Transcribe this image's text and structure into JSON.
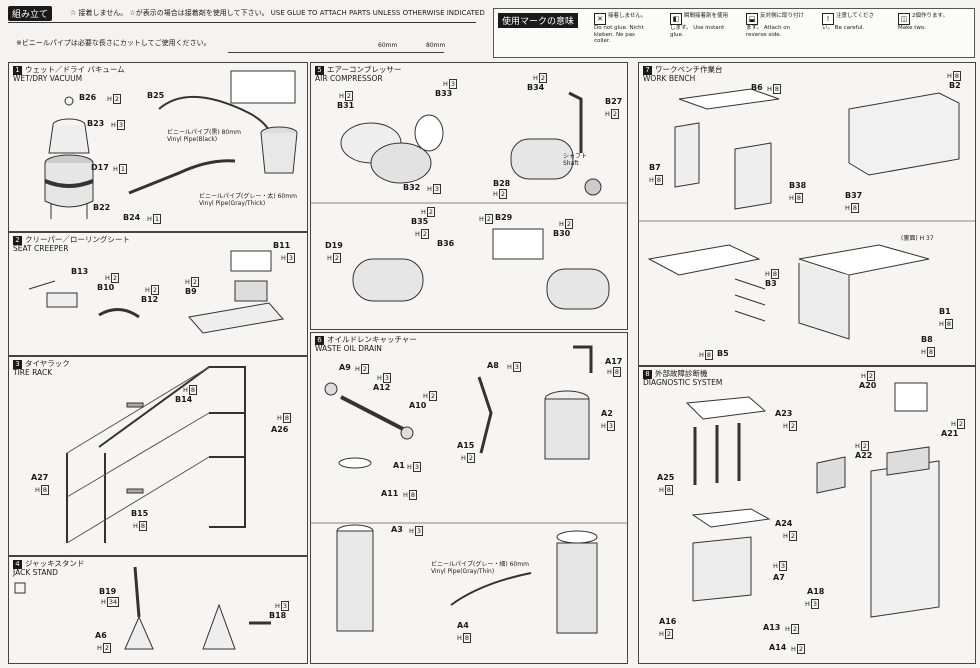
{
  "header": {
    "assembly_tag": "組み立て",
    "glue_note": "☆ 接着しません。 ☆が表示の場合は接着剤を使用して下さい。 USE GLUE TO ATTACH PARTS UNLESS OTHERWISE INDICATED",
    "pipe_note": "※ビニールパイプは必要な長さにカットしてご使用ください。",
    "ruler_60": "60mm",
    "ruler_80": "80mm"
  },
  "legend": {
    "title": "使用マークの意味",
    "items": [
      {
        "icon": "no-glue-icon",
        "text": "接着しません。 Do not glue. Nicht kleben. Ne pas coller."
      },
      {
        "icon": "instant-glue-icon",
        "text": "瞬間接着剤を使用します。 Use instant glue."
      },
      {
        "icon": "option-icon",
        "text": "反対側に取り付けます。 Attach on reverse side."
      },
      {
        "icon": "care-icon",
        "text": "注意してください。 Be careful."
      },
      {
        "icon": "two-pieces-icon",
        "text": "2個作ります。 Make two."
      }
    ]
  },
  "panels": [
    {
      "num": "1",
      "jp": "ウェット／ドライ バキューム",
      "en": "WET/DRY VACUUM"
    },
    {
      "num": "2",
      "jp": "クリーパー／ローリングシート",
      "en": "SEAT CREEPER"
    },
    {
      "num": "3",
      "jp": "タイヤラック",
      "en": "TIRE RACK"
    },
    {
      "num": "4",
      "jp": "ジャッキスタンド",
      "en": "JACK STAND"
    },
    {
      "num": "5",
      "jp": "エアーコンプレッサー",
      "en": "AIR COMPRESSOR"
    },
    {
      "num": "6",
      "jp": "オイルドレンキャッチャー",
      "en": "WASTE OIL DRAIN"
    },
    {
      "num": "7",
      "jp": "ワークベンチ作業台",
      "en": "WORK BENCH"
    },
    {
      "num": "8",
      "jp": "外部故障診断機",
      "en": "DIAGNOSTIC SYSTEM"
    }
  ],
  "parts": {
    "p1": [
      {
        "id": "B26",
        "h": "2"
      },
      {
        "id": "B25",
        "h": ""
      },
      {
        "id": "B23",
        "h": "3"
      },
      {
        "id": "D17",
        "h": "1"
      },
      {
        "id": "B22",
        "h": ""
      },
      {
        "id": "B24",
        "h": "1"
      }
    ],
    "p1_notes": [
      "ビニールパイプ(黒) 80mm",
      "Vinyl Pipe(Black)",
      "ビニールパイプ(グレー・太) 60mm",
      "Vinyl Pipe(Gray/Thick)"
    ],
    "p2": [
      {
        "id": "B11",
        "h": "3"
      },
      {
        "id": "B13",
        "h": ""
      },
      {
        "id": "B10",
        "h": "2"
      },
      {
        "id": "B9",
        "h": "2"
      },
      {
        "id": "B12",
        "h": "2"
      }
    ],
    "p3": [
      {
        "id": "B14",
        "h": "8"
      },
      {
        "id": "A26",
        "h": "8"
      },
      {
        "id": "A27",
        "h": "8"
      },
      {
        "id": "B15",
        "h": "8"
      }
    ],
    "p4": [
      {
        "id": "B19",
        "h": "34"
      },
      {
        "id": "A6",
        "h": "2"
      },
      {
        "id": "B18",
        "h": "3"
      }
    ],
    "p5": [
      {
        "id": "B31",
        "h": "2"
      },
      {
        "id": "B33",
        "h": "3"
      },
      {
        "id": "B32",
        "h": "3"
      },
      {
        "id": "B34",
        "h": "2"
      },
      {
        "id": "B27",
        "h": "2"
      },
      {
        "id": "B28",
        "h": "2"
      },
      {
        "id": "B35",
        "h": "2"
      },
      {
        "id": "D19",
        "h": "2"
      },
      {
        "id": "B36",
        "h": "2"
      },
      {
        "id": "B29",
        "h": "2"
      },
      {
        "id": "B30",
        "h": "2"
      }
    ],
    "p5_notes": [
      "シャフト",
      "Shaft"
    ],
    "p6": [
      {
        "id": "A9",
        "h": "2"
      },
      {
        "id": "A12",
        "h": "3"
      },
      {
        "id": "A10",
        "h": "2"
      },
      {
        "id": "A8",
        "h": "3"
      },
      {
        "id": "A15",
        "h": "2"
      },
      {
        "id": "A17",
        "h": "8"
      },
      {
        "id": "A2",
        "h": "3"
      },
      {
        "id": "A1",
        "h": "3"
      },
      {
        "id": "A11",
        "h": "8"
      },
      {
        "id": "A3",
        "h": "3"
      },
      {
        "id": "A4",
        "h": "8"
      }
    ],
    "p6_notes": [
      "ビニールパイプ(グレー・細) 60mm",
      "Vinyl Pipe(Gray/Thin)"
    ],
    "p7": [
      {
        "id": "B6",
        "h": "8"
      },
      {
        "id": "B2",
        "h": "8"
      },
      {
        "id": "B7",
        "h": "8"
      },
      {
        "id": "B38",
        "h": "8"
      },
      {
        "id": "B37",
        "h": "8"
      },
      {
        "id": "B3",
        "h": "8"
      },
      {
        "id": "B5",
        "h": "8"
      },
      {
        "id": "B1",
        "h": "8"
      },
      {
        "id": "B8",
        "h": "8"
      }
    ],
    "p7_notes": [
      "(裏面) H 37"
    ],
    "p8": [
      {
        "id": "A20",
        "h": "2"
      },
      {
        "id": "A23",
        "h": "2"
      },
      {
        "id": "A21",
        "h": "2"
      },
      {
        "id": "A22",
        "h": "2"
      },
      {
        "id": "A25",
        "h": "8"
      },
      {
        "id": "A24",
        "h": "2"
      },
      {
        "id": "A7",
        "h": "3"
      },
      {
        "id": "A16",
        "h": "2"
      },
      {
        "id": "A13",
        "h": "2"
      },
      {
        "id": "A18",
        "h": "3"
      },
      {
        "id": "A14",
        "h": "2"
      }
    ]
  }
}
